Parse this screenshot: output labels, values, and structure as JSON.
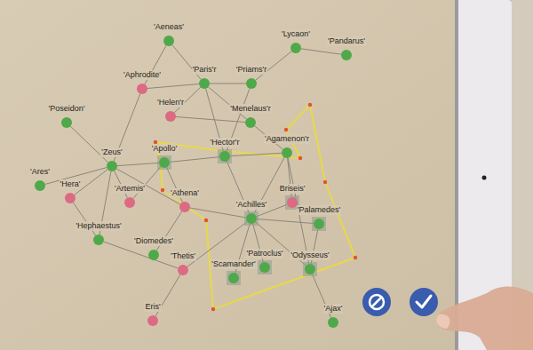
{
  "diagram": {
    "nodes": [
      {
        "text": [
          "'Aeneas'"
        ]
      },
      {
        "text": [
          "'Lycaon'"
        ]
      },
      {
        "text": [
          "'Pandarus'"
        ]
      },
      {
        "text": [
          "'Aphrodite'"
        ]
      },
      {
        "text": [
          "'Paris'r"
        ]
      },
      {
        "text": [
          "'Priams'r"
        ]
      },
      {
        "text": [
          "'Poseidon'"
        ]
      },
      {
        "text": [
          "'Helen'r"
        ]
      },
      {
        "text": [
          "'Menelaus'r"
        ]
      },
      {
        "text": [
          "'Agamenon'r"
        ]
      },
      {
        "text": [
          "'Hector'r"
        ]
      },
      {
        "text": [
          "'Apollo'"
        ]
      },
      {
        "text": [
          "'Zeus'"
        ]
      },
      {
        "text": [
          "'Ares'"
        ]
      },
      {
        "text": [
          "'Hera'"
        ]
      },
      {
        "text": [
          "'Artemis'"
        ]
      },
      {
        "text": [
          "'Athena'"
        ]
      },
      {
        "text": [
          "Briseis'"
        ]
      },
      {
        "text": [
          "'Achilles'"
        ]
      },
      {
        "text": [
          "'Palamedes'"
        ]
      },
      {
        "text": [
          "'Hephaestus'"
        ]
      },
      {
        "text": [
          "'Diomedes'"
        ]
      },
      {
        "text": [
          "'Thetis'"
        ]
      },
      {
        "text": [
          "'Scamander'"
        ]
      },
      {
        "text": [
          "'Patroclus'"
        ]
      },
      {
        "text": [
          "'Odysseus'"
        ]
      },
      {
        "text": [
          "Eris'"
        ]
      },
      {
        "text": [
          "'Ajax'"
        ]
      }
    ],
    "edges": [
      {
        "from": 0,
        "to": 3,
        "arrow": "none"
      },
      {
        "from": 0,
        "to": 4,
        "arrow": "none"
      },
      {
        "from": 1,
        "to": 5,
        "arrow": "none"
      },
      {
        "from": 1,
        "to": 2,
        "arrow": "none"
      },
      {
        "from": 3,
        "to": 4,
        "arrow": "none"
      },
      {
        "from": 3,
        "to": 12,
        "arrow": "none"
      },
      {
        "from": 4,
        "to": 5,
        "arrow": "none"
      },
      {
        "from": 4,
        "to": 7,
        "arrow": "none"
      },
      {
        "from": 4,
        "to": 8,
        "arrow": "none"
      },
      {
        "from": 4,
        "to": 10,
        "arrow": "none"
      },
      {
        "from": 5,
        "to": 10,
        "arrow": "none"
      },
      {
        "from": 7,
        "to": 8,
        "arrow": "none"
      },
      {
        "from": 8,
        "to": 9,
        "arrow": "none"
      },
      {
        "from": 6,
        "to": 12,
        "arrow": "none"
      },
      {
        "from": 12,
        "to": 13,
        "arrow": "none"
      },
      {
        "from": 12,
        "to": 14,
        "arrow": "none"
      },
      {
        "from": 12,
        "to": 11,
        "arrow": "none"
      },
      {
        "from": 12,
        "to": 15,
        "arrow": "none"
      },
      {
        "from": 12,
        "to": 16,
        "arrow": "none"
      },
      {
        "from": 12,
        "to": 20,
        "arrow": "none"
      },
      {
        "from": 11,
        "to": 10,
        "arrow": "none"
      },
      {
        "from": 11,
        "to": 15,
        "arrow": "none"
      },
      {
        "from": 11,
        "to": 16,
        "arrow": "none"
      },
      {
        "from": 14,
        "to": 20,
        "arrow": "none"
      },
      {
        "from": 10,
        "to": 9,
        "arrow": "none"
      },
      {
        "from": 10,
        "to": 18,
        "arrow": "none"
      },
      {
        "from": 16,
        "to": 18,
        "arrow": "none"
      },
      {
        "from": 16,
        "to": 21,
        "arrow": "none"
      },
      {
        "from": 9,
        "to": 18,
        "arrow": "none"
      },
      {
        "from": 9,
        "to": 17,
        "arrow": "none"
      },
      {
        "from": 9,
        "to": 25,
        "arrow": "none"
      },
      {
        "from": 18,
        "to": 17,
        "arrow": "none"
      },
      {
        "from": 18,
        "to": 19,
        "arrow": "none"
      },
      {
        "from": 18,
        "to": 23,
        "arrow": "none"
      },
      {
        "from": 18,
        "to": 24,
        "arrow": "none"
      },
      {
        "from": 18,
        "to": 25,
        "arrow": "none"
      },
      {
        "from": 18,
        "to": 22,
        "arrow": "none"
      },
      {
        "from": 22,
        "to": 20,
        "arrow": "none"
      },
      {
        "from": 22,
        "to": 26,
        "arrow": "none"
      },
      {
        "from": 25,
        "to": 19,
        "arrow": "none"
      },
      {
        "from": 25,
        "to": 27,
        "arrow": "none"
      }
    ]
  }
}
